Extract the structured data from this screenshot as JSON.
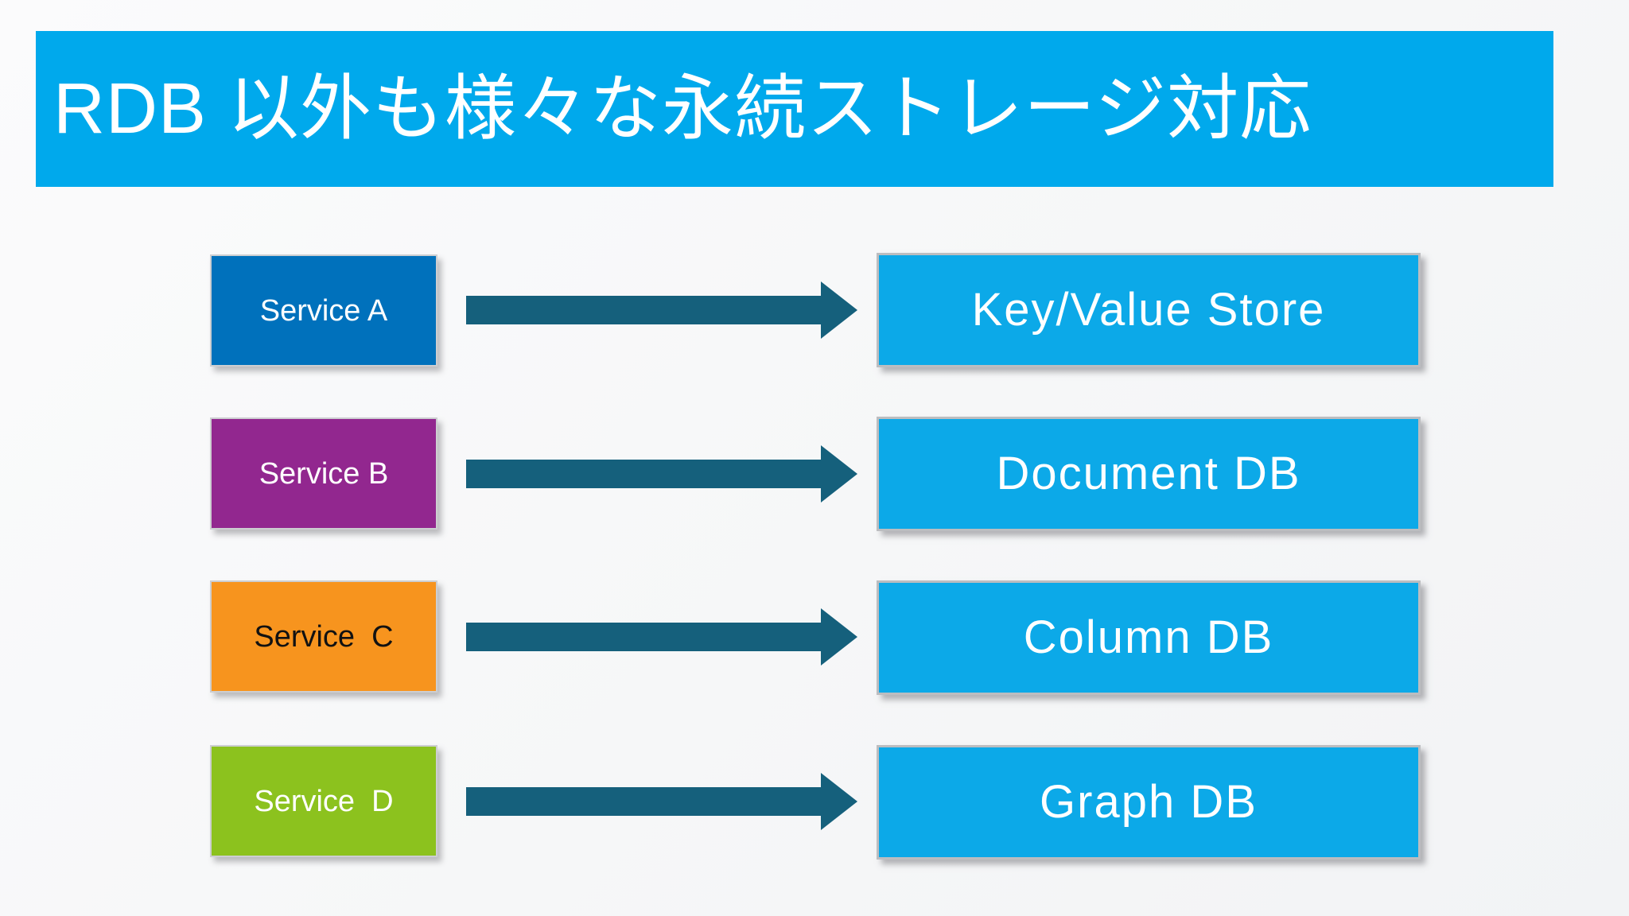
{
  "title": {
    "text": "RDB 以外も様々な永続ストレージ対応",
    "background_color": "#00A9EC",
    "text_color": "#FFFFFF"
  },
  "palette": {
    "background": "#F6F7F8",
    "arrow": "#15607C",
    "store_box": "#0CA9E8",
    "store_box_border": "#BCBDC0",
    "service_a": "#0071BC",
    "service_b": "#92278F",
    "service_c": "#F7941E",
    "service_d": "#8CC21E"
  },
  "rows": [
    {
      "service": {
        "label": "Service A",
        "color": "#0071BC",
        "text_color": "#FFFFFF"
      },
      "arrow": {
        "direction": "right",
        "color": "#15607C"
      },
      "store": {
        "label": "Key/Value Store",
        "color": "#0CA9E8",
        "text_color": "#FFFFFF"
      }
    },
    {
      "service": {
        "label": "Service B",
        "color": "#92278F",
        "text_color": "#FFFFFF"
      },
      "arrow": {
        "direction": "right",
        "color": "#15607C"
      },
      "store": {
        "label": "Document DB",
        "color": "#0CA9E8",
        "text_color": "#FFFFFF"
      }
    },
    {
      "service": {
        "label": "Service  C",
        "color": "#F7941E",
        "text_color": "#121212"
      },
      "arrow": {
        "direction": "right",
        "color": "#15607C"
      },
      "store": {
        "label": "Column DB",
        "color": "#0CA9E8",
        "text_color": "#FFFFFF"
      }
    },
    {
      "service": {
        "label": "Service  D",
        "color": "#8CC21E",
        "text_color": "#FFFFFF"
      },
      "arrow": {
        "direction": "right",
        "color": "#15607C"
      },
      "store": {
        "label": "Graph DB",
        "color": "#0CA9E8",
        "text_color": "#FFFFFF"
      }
    }
  ]
}
